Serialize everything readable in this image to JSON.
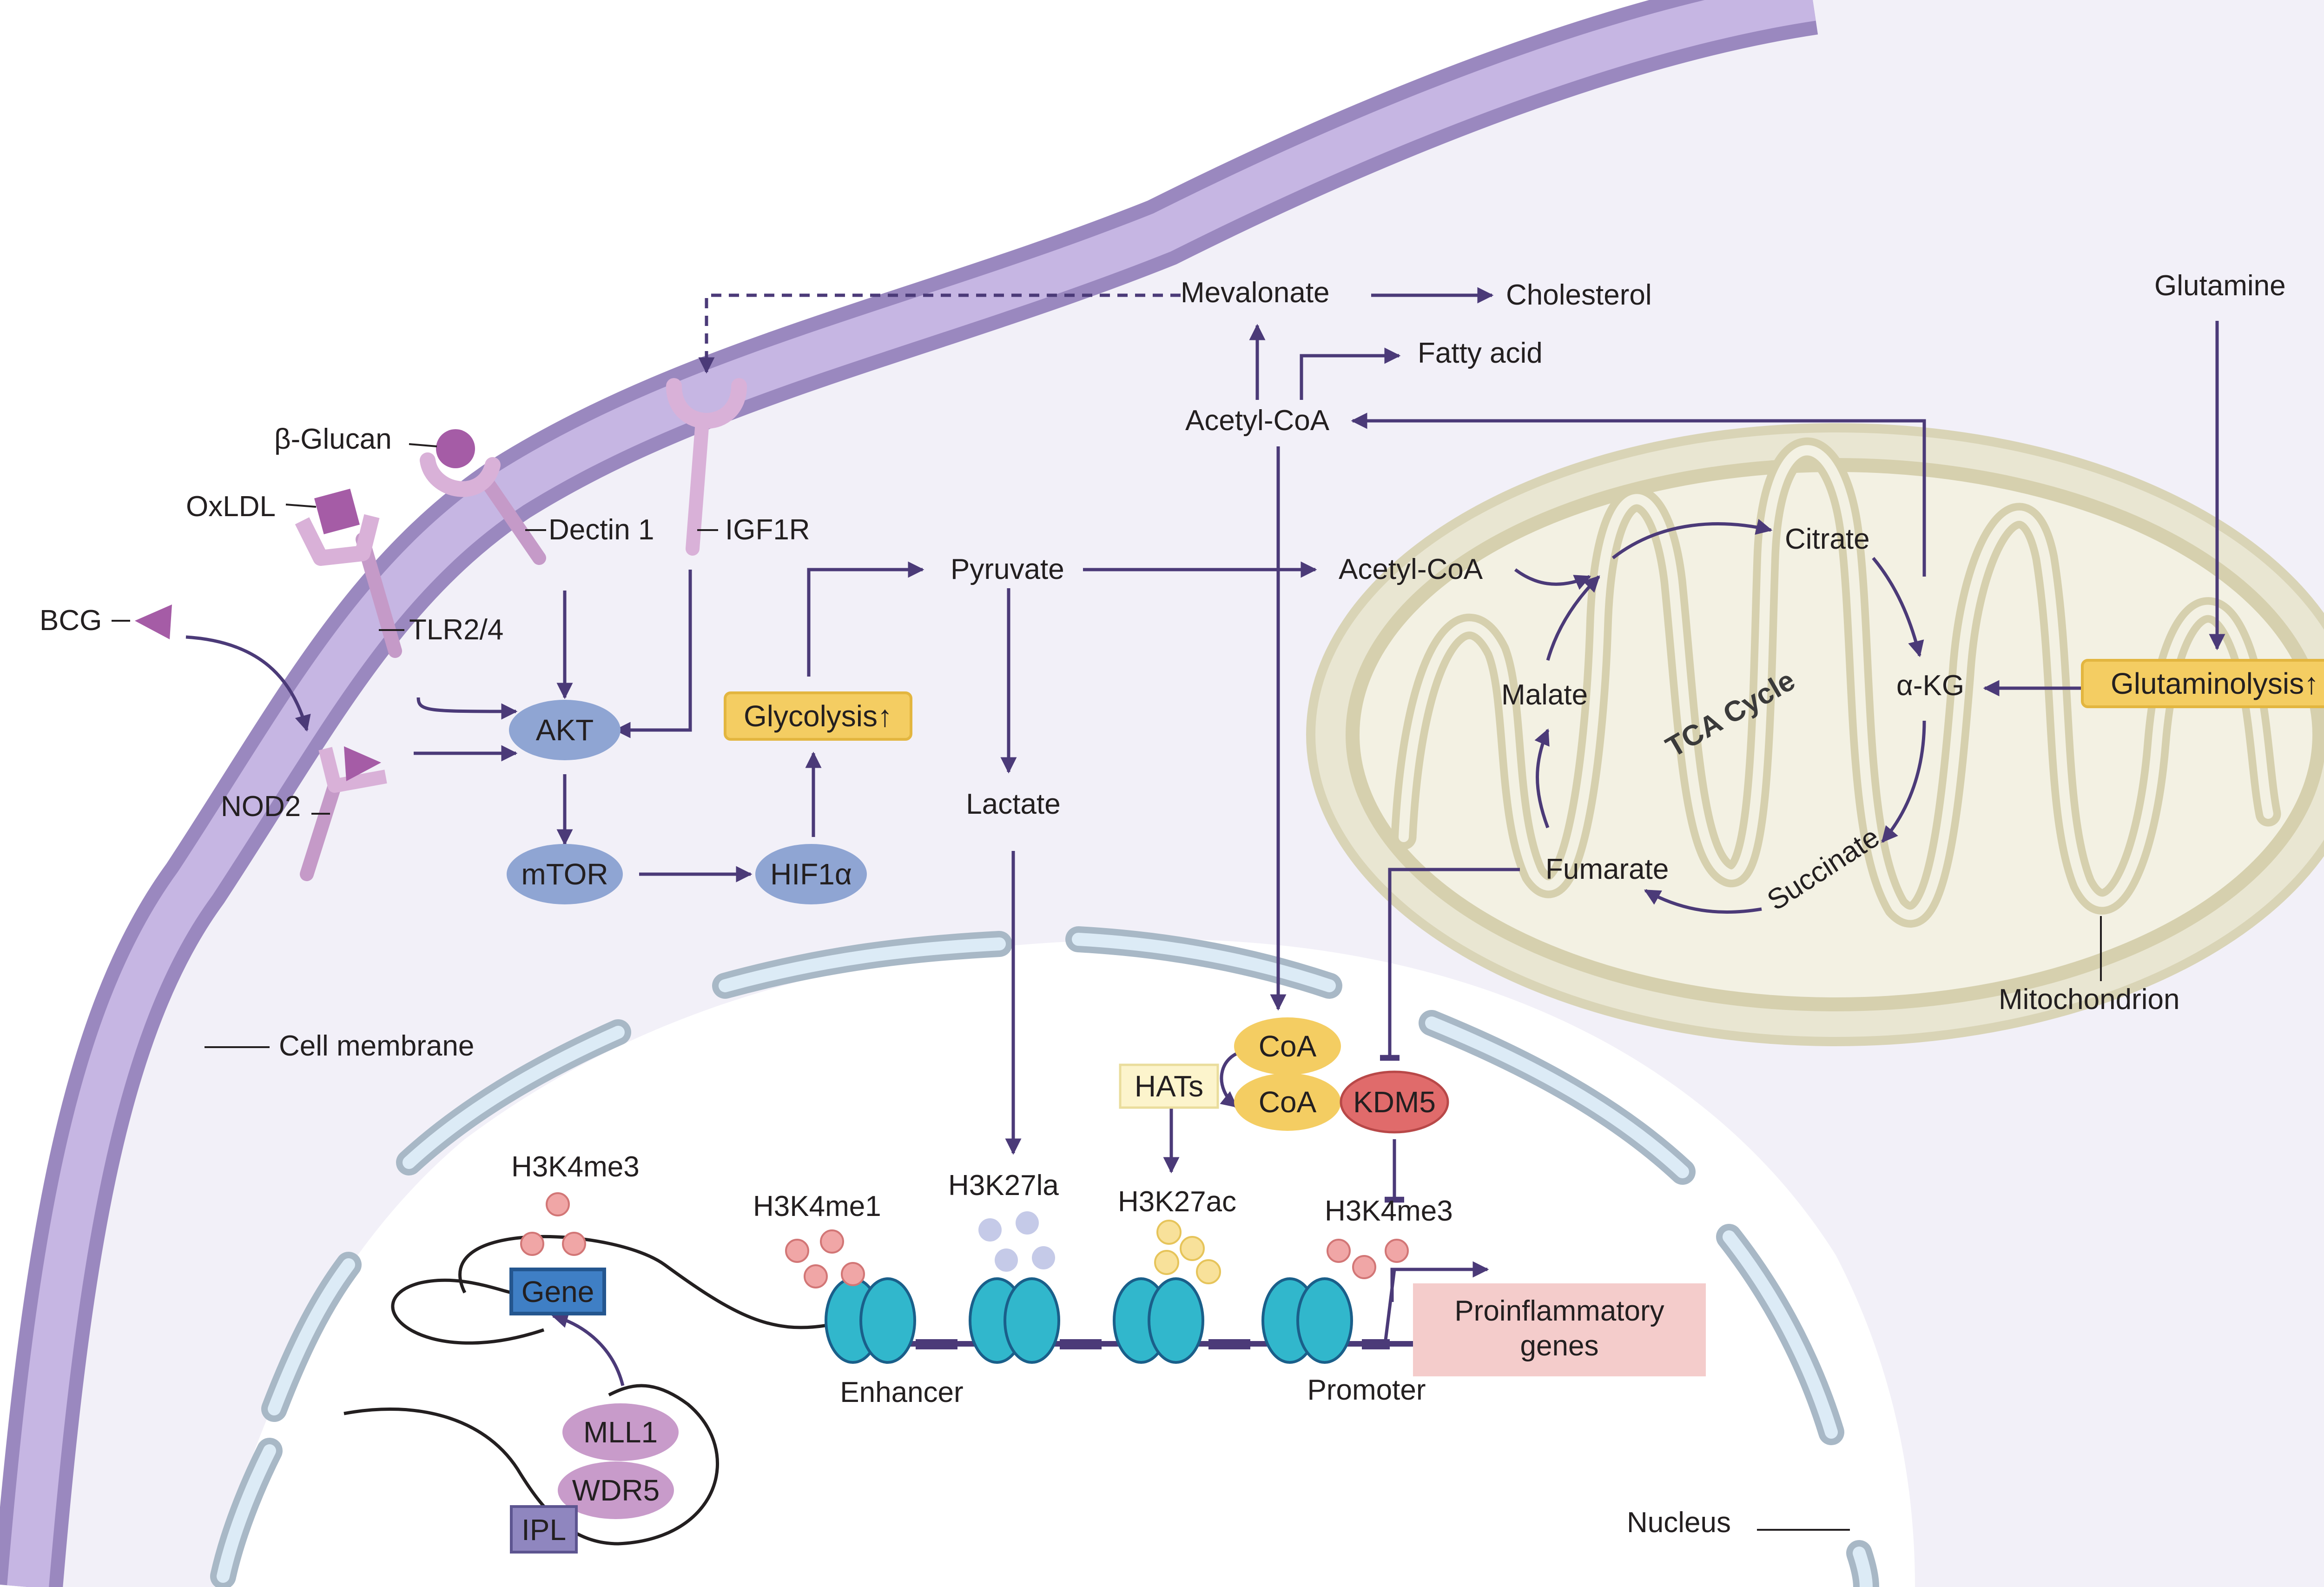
{
  "labels": {
    "beta_glucan": "β-Glucan",
    "oxldl": "OxLDL",
    "bcg": "BCG",
    "dectin1": "Dectin 1",
    "igf1r": "IGF1R",
    "tlr24": "TLR2/4",
    "nod2": "NOD2",
    "akt": "AKT",
    "mtor": "mTOR",
    "hif1a": "HIF1α",
    "glycolysis": "Glycolysis↑",
    "pyruvate": "Pyruvate",
    "lactate": "Lactate",
    "acetyl_coa_mito": "Acetyl-CoA",
    "acetyl_coa_cyto": "Acetyl-CoA",
    "mevalonate": "Mevalonate",
    "cholesterol": "Cholesterol",
    "fatty_acid": "Fatty acid",
    "glutamine": "Glutamine",
    "glutaminolysis": "Glutaminolysis↑",
    "citrate": "Citrate",
    "akg": "α-KG",
    "succinate": "Succinate",
    "fumarate": "Fumarate",
    "malate": "Malate",
    "tca_cycle": "TCA Cycle",
    "mitochondrion": "Mitochondrion",
    "cell_membrane": "Cell membrane",
    "nucleus": "Nucleus",
    "coa_top": "CoA",
    "coa_bottom": "CoA",
    "hats": "HATs",
    "kdm5": "KDM5",
    "h3k4me3_gene": "H3K4me3",
    "h3k4me1": "H3K4me1",
    "h3k27la": "H3K27la",
    "h3k27ac": "H3K27ac",
    "h3k4me3_promoter": "H3K4me3",
    "gene": "Gene",
    "mll1": "MLL1",
    "wdr5": "WDR5",
    "ipl": "IPL",
    "enhancer": "Enhancer",
    "promoter": "Promoter",
    "proinflammatory_line1": "Proinflammatory",
    "proinflammatory_line2": "genes"
  },
  "colors": {
    "cytoplasm": "#f2f0f8",
    "membrane_outer": "#9a88bf",
    "membrane_inner": "#c6b6e3",
    "arrow": "#4b3a78",
    "node_blue": "#8fa5d3",
    "highlight_yellow": "#f4cd62",
    "mitochondrion": "#e9e6d2",
    "kdm5": "#e06b6b",
    "nucleosome": "#31b7cc",
    "gene_box": "#3f7fc5",
    "mll_purple": "#c89bca",
    "proinflammatory_box": "#f4cccb"
  }
}
